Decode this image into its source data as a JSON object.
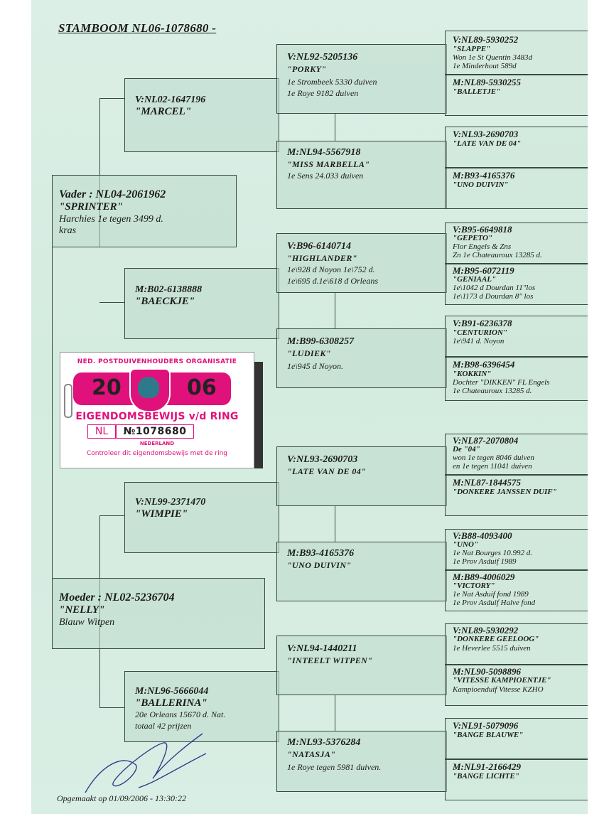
{
  "title": "STAMBOOM  NL06-1078680 -",
  "footer": "Opgemaakt op 01/09/2006 - 13:30:22",
  "vader": {
    "id": "Vader : NL04-2061962",
    "name": "\"SPRINTER\"",
    "desc1": "Harchies  1e tegen 3499 d.",
    "desc2": "kras"
  },
  "moeder": {
    "id": "Moeder : NL02-5236704",
    "name": "\"NELLY\"",
    "desc1": "Blauw Witpen"
  },
  "gen2": [
    {
      "id": "V:NL02-1647196",
      "name": "\"MARCEL\""
    },
    {
      "id": "M:B02-6138888",
      "name": "\"BAECKJE\""
    },
    {
      "id": "V:NL99-2371470",
      "name": "\"WIMPIE\""
    },
    {
      "id": "M:NL96-5666044",
      "name": "\"BALLERINA\"",
      "desc1": "20e Orleans 15670 d. Nat.",
      "desc2": "totaal 42 prijzen"
    }
  ],
  "gen3": [
    {
      "id": "V:NL92-5205136",
      "name": "\"PORKY\"",
      "desc1": "1e Strombeek 5330 duiven",
      "desc2": "1e Roye      9182 duiven"
    },
    {
      "id": "M:NL94-5567918",
      "name": "\"MISS MARBELLA\"",
      "desc1": "1e Sens 24.033 duiven"
    },
    {
      "id": "V:B96-6140714",
      "name": "\"HIGHLANDER\"",
      "desc1": "1e\\928 d Noyon 1e\\752 d.",
      "desc2": "1e\\695 d.1e\\618 d Orleans"
    },
    {
      "id": "M:B99-6308257",
      "name": "\"LUDIEK\"",
      "desc1": "1e\\945 d Noyon."
    },
    {
      "id": "V:NL93-2690703",
      "name": "\"LATE VAN DE 04\""
    },
    {
      "id": "M:B93-4165376",
      "name": "\"UNO DUIVIN\""
    },
    {
      "id": "V:NL94-1440211",
      "name": "\"INTEELT WITPEN\""
    },
    {
      "id": "M:NL93-5376284",
      "name": "\"NATASJA\"",
      "desc1": "1e Roye tegen 5981 duiven."
    }
  ],
  "gen4": [
    {
      "id": "V:NL89-5930252",
      "name": "\"SLAPPE\"",
      "desc1": "Won  1e St Quentin  3483d",
      "desc2": "      1e Minderhout   589d"
    },
    {
      "id": "M:NL89-5930255",
      "name": "\"BALLETJE\""
    },
    {
      "id": "V:NL93-2690703",
      "name": "\"LATE VAN DE 04\""
    },
    {
      "id": "M:B93-4165376",
      "name": "\"UNO DUIVIN\""
    },
    {
      "id": "V:B95-6649818",
      "name": "\"GEPETO\"",
      "desc1": "Flor Engels & Zns",
      "desc2": "Zn 1e Chateauroux 13285 d."
    },
    {
      "id": "M:B95-6072119",
      "name": "\"GENIAAL\"",
      "desc1": "1e\\1042 d Dourdan 11\"los",
      "desc2": "1e\\1173 d Dourdan 8\" los"
    },
    {
      "id": "V:B91-6236378",
      "name": "\"CENTURION\"",
      "desc1": "1e\\941 d. Noyon"
    },
    {
      "id": "M:B98-6396454",
      "name": "\"KOKKIN\"",
      "desc1": "Dochter \"DIKKEN\" FL Engels",
      "desc2": "1e Chateauroux 13285 d."
    },
    {
      "id": "V:NL87-2070804",
      "name": "De \"04\"",
      "desc1": "won 1e tegen 8046 duiven",
      "desc2": "en 1e tegen 11041 duiven"
    },
    {
      "id": "M:NL87-1844575",
      "name": "\"DONKERE JANSSEN DUIF\""
    },
    {
      "id": "V:B88-4093400",
      "name": "\"UNO\"",
      "desc1": "1e Nat Bourges 10.992 d.",
      "desc2": "1e Prov Asduif 1989"
    },
    {
      "id": "M:B89-4006029",
      "name": "\"VICTORY\"",
      "desc1": "1e Nat Asduif fond 1989",
      "desc2": "1e Prov Asduif Halve fond"
    },
    {
      "id": "V:NL89-5930292",
      "name": "\"DONKERE GEELOOG\"",
      "desc1": "1e Heverlee  5515 duiven"
    },
    {
      "id": "M:NL90-5098896",
      "name": "\"VITESSE KAMPIOENTJE\"",
      "desc1": "Kampioenduif Vitesse KZHO"
    },
    {
      "id": "V:NL91-5079096",
      "name": "\"BANGE BLAUWE\""
    },
    {
      "id": "M:NL91-2166429",
      "name": "\"BANGE LICHTE\""
    }
  ],
  "certificate": {
    "org": "NED. POSTDUIVENHOUDERS ORGANISATIE",
    "year_left": "20",
    "year_right": "06",
    "title": "EIGENDOMSBEWIJS v/d RING",
    "country": "NL",
    "number": "№1078680",
    "country_name": "NEDERLAND",
    "control": "Controleer dit eigendomsbewijs met de ring"
  },
  "colors": {
    "sheet": "#d4ebdf",
    "ink": "#1a1a1a",
    "certificate_accent": "#e0117a"
  }
}
